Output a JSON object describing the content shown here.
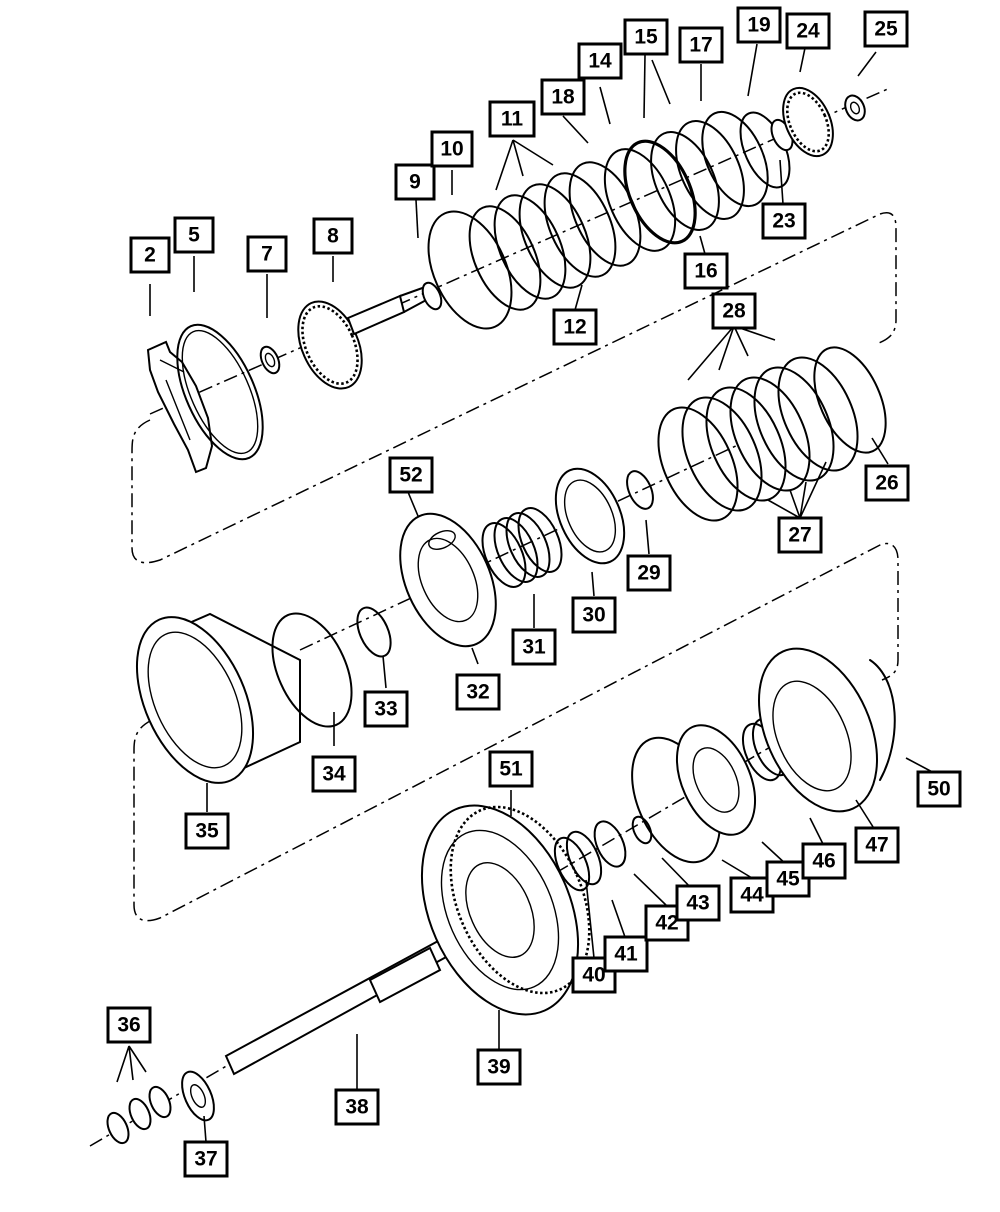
{
  "callouts": [
    {
      "id": "c2",
      "label": "2"
    },
    {
      "id": "c5",
      "label": "5"
    },
    {
      "id": "c7",
      "label": "7"
    },
    {
      "id": "c8",
      "label": "8"
    },
    {
      "id": "c9",
      "label": "9"
    },
    {
      "id": "c10",
      "label": "10"
    },
    {
      "id": "c11",
      "label": "11"
    },
    {
      "id": "c12",
      "label": "12"
    },
    {
      "id": "c14",
      "label": "14"
    },
    {
      "id": "c15",
      "label": "15"
    },
    {
      "id": "c16",
      "label": "16"
    },
    {
      "id": "c17",
      "label": "17"
    },
    {
      "id": "c18",
      "label": "18"
    },
    {
      "id": "c19",
      "label": "19"
    },
    {
      "id": "c23",
      "label": "23"
    },
    {
      "id": "c24",
      "label": "24"
    },
    {
      "id": "c25",
      "label": "25"
    },
    {
      "id": "c26",
      "label": "26"
    },
    {
      "id": "c27",
      "label": "27"
    },
    {
      "id": "c28",
      "label": "28"
    },
    {
      "id": "c29",
      "label": "29"
    },
    {
      "id": "c30",
      "label": "30"
    },
    {
      "id": "c31",
      "label": "31"
    },
    {
      "id": "c32",
      "label": "32"
    },
    {
      "id": "c33",
      "label": "33"
    },
    {
      "id": "c34",
      "label": "34"
    },
    {
      "id": "c35",
      "label": "35"
    },
    {
      "id": "c36",
      "label": "36"
    },
    {
      "id": "c37",
      "label": "37"
    },
    {
      "id": "c38",
      "label": "38"
    },
    {
      "id": "c39",
      "label": "39"
    },
    {
      "id": "c40",
      "label": "40"
    },
    {
      "id": "c41",
      "label": "41"
    },
    {
      "id": "c42",
      "label": "42"
    },
    {
      "id": "c43",
      "label": "43"
    },
    {
      "id": "c44",
      "label": "44"
    },
    {
      "id": "c45",
      "label": "45"
    },
    {
      "id": "c46",
      "label": "46"
    },
    {
      "id": "c47",
      "label": "47"
    },
    {
      "id": "c50",
      "label": "50"
    },
    {
      "id": "c51",
      "label": "51"
    },
    {
      "id": "c52",
      "label": "52"
    }
  ],
  "colors": {
    "line": "#000000",
    "background": "#ffffff",
    "shade": "#d9d9d9"
  }
}
